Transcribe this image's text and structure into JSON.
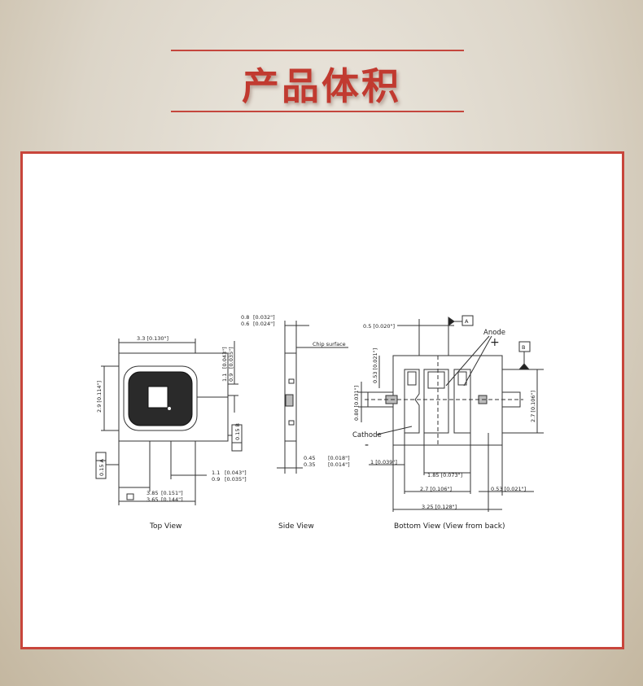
{
  "header": {
    "title": "产品体积"
  },
  "top_view": {
    "label": "Top View",
    "width_dim": "3.3 [0.130\"]",
    "height_dim": "2.9 [0.114\"]",
    "right_dim_1": "1.1",
    "right_dim_2": "0.9",
    "right_dim_1_in": "[0.043\"]",
    "right_dim_2_in": "[0.035\"]",
    "datum_right": "0.15 B",
    "datum_left": "0.15 A",
    "bottom_dim_1": "1.1",
    "bottom_dim_2": "0.9",
    "bottom_dim_in": "[0.043\"]",
    "bottom_dim_in2": "[0.035\"]",
    "chip_dim_1": "3.85",
    "chip_dim_2": "3.65",
    "chip_dim_1_in": "[0.151\"]",
    "chip_dim_2_in": "[0.144\"]"
  },
  "side_view": {
    "label": "Side View",
    "top_dim_1": "0.8",
    "top_dim_2": "0.6",
    "top_dim_1_in": "[0.032\"]",
    "top_dim_2_in": "[0.024\"]",
    "chip_surface": "Chip surface",
    "bottom_dim_1": "0.45",
    "bottom_dim_2": "0.35",
    "bottom_dim_1_in": "[0.018\"]",
    "bottom_dim_2_in": "[0.014\"]"
  },
  "bottom_view": {
    "label": "Bottom View (View from back)",
    "top_dim": "0.5 [0.020\"]",
    "datum_a": "A",
    "datum_b": "B",
    "anode": "Anode",
    "plus": "+",
    "cathode": "Cathode",
    "minus": "-",
    "v_dim_1": "0.53 [0.021\"]",
    "v_dim_2": "0.80 [0.031\"]",
    "right_dim": "2.7 [0.106\"]",
    "dim_1": "1 [0.039\"]",
    "dim_185": "1.85 [0.073\"]",
    "dim_27": "2.7 [0.106\"]",
    "dim_053": "0.53 [0.021\"]",
    "dim_325": "3.25 [0.128\"]"
  }
}
